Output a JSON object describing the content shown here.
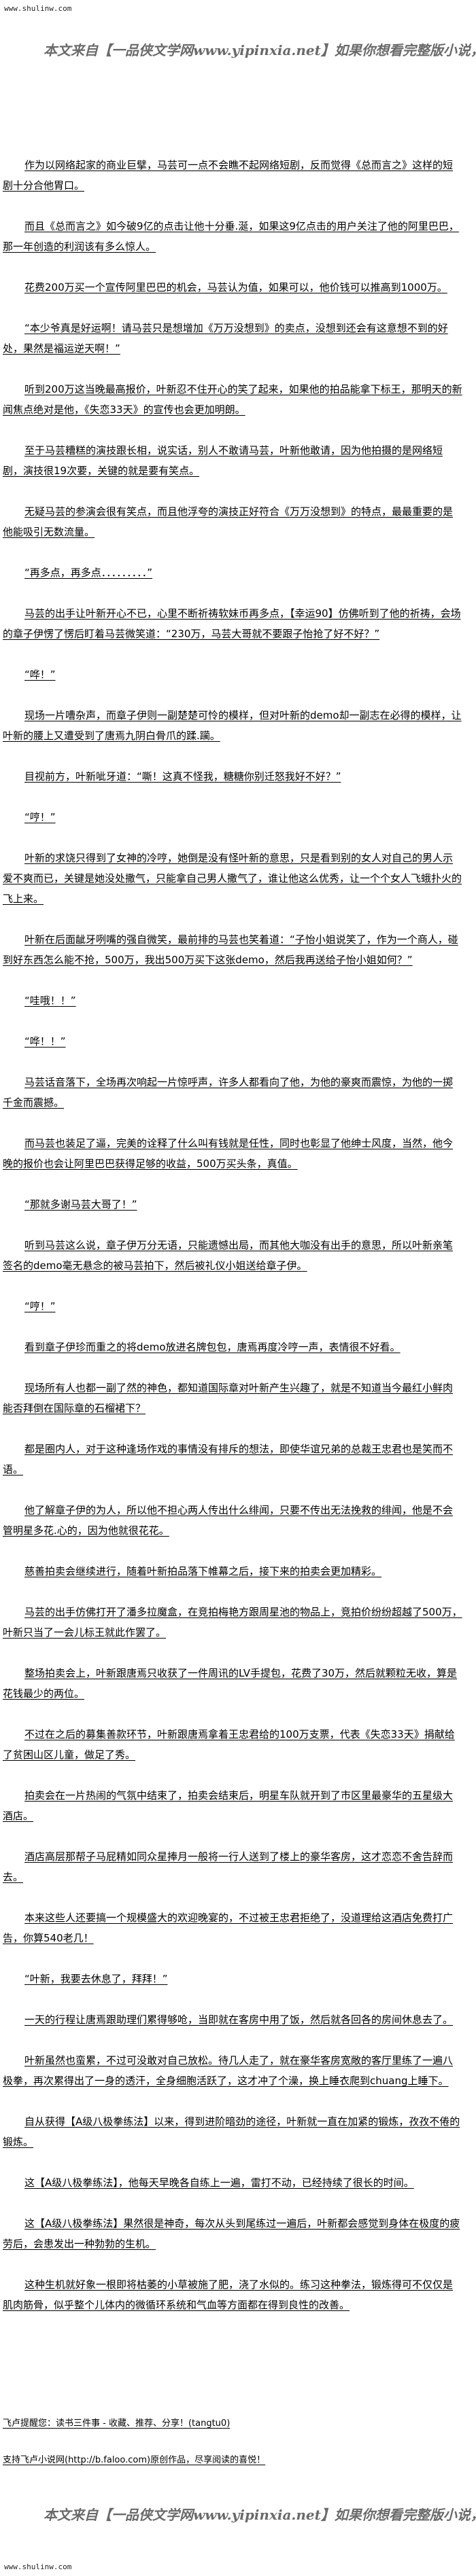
{
  "header": {
    "site": "www.shulinw.com",
    "banner": "本文来自【一品侠文学网www.yipinxia.net】如果你想看完整版小说，请"
  },
  "paragraphs": [
    "作为以网络起家的商业巨擘，马芸可一点不会瞧不起网络短剧，反而觉得《总而言之》这样的短剧十分合他胃口。",
    "而且《总而言之》如今破9亿的点击让他十分垂.涎，如果这9亿点击的用户关注了他的阿里巴巴，那一年创造的利润该有多么惊人。",
    "花费200万买一个宣传阿里巴巴的机会，马芸认为值，如果可以，他价钱可以推高到1000万。",
    "“本少爷真是好运啊！请马芸只是想增加《万万没想到》的卖点，没想到还会有这意想不到的好处，果然是福运逆天啊！”",
    "听到200万这当晚最高报价，叶新忍不住开心的笑了起来，如果他的拍品能拿下标王，那明天的新闻焦点绝对是他，《失恋33天》的宣传也会更加明朗。",
    "至于马芸糟糕的演技跟长相，说实话，别人不敢请马芸，叶新他敢请，因为他拍摄的是网络短剧，演技很19次要，关键的就是要有笑点。",
    "无疑马芸的参演会很有笑点，而且他浮夸的演技正好符合《万万没想到》的特点，最最重要的是他能吸引无数流量。",
    "“再多点，再多点．．．．．．．．．”",
    "马芸的出手让叶新开心不已，心里不断祈祷软妹币再多点，【幸运90】仿佛听到了他的祈祷，会场的章子伊愣了愣后盯着马芸微笑道：“230万，马芸大哥就不要跟子怡抢了好不好？”",
    "“哗！”",
    "现场一片嘈杂声，而章子伊则一副楚楚可怜的模样，但对叶新的demo却一副志在必得的模样，让叶新的腰上又遭受到了唐焉九阴白骨爪的蹂.躏。",
    "目视前方，叶新呲牙道：“嘶！这真不怪我，糖糖你别迁怒我好不好？”",
    "“哼！”",
    "叶新的求饶只得到了女神的冷哼，她倒是没有怪叶新的意思，只是看到别的女人对自己的男人示爱不爽而已，关键是她没处撒气，只能拿自己男人撒气了，谁让他这么优秀，让一个个女人飞蛾扑火的飞上来。",
    "叶新在后面龇牙咧嘴的强自微笑，最前排的马芸也笑着道：“子怡小姐说笑了，作为一个商人，碰到好东西怎么能不抢，500万，我出500万买下这张demo，然后我再送给子怡小姐如何？”",
    "“哇哦！！”",
    "“哗！！”",
    "马芸话音落下，全场再次响起一片惊呼声，许多人都看向了他，为他的豪爽而震惊，为他的一掷千金而震撼。",
    "而马芸也装足了逼，完美的诠释了什么叫有钱就是任性，同时也彰显了他绅士风度，当然，他今晚的报价也会让阿里巴巴获得足够的收益，500万买头条，真值。",
    "“那就多谢马芸大哥了！”",
    "听到马芸这么说，章子伊万分无语，只能遗憾出局，而其他大咖没有出手的意思，所以叶新亲笔签名的demo毫无悬念的被马芸拍下，然后被礼仪小姐送给章子伊。",
    "“哼！”",
    "看到章子伊珍而重之的将demo放进名牌包包，唐焉再度冷哼一声，表情很不好看。",
    "现场所有人也都一副了然的神色，都知道国际章对叶新产生兴趣了，就是不知道当今最红小鲜肉能否拜倒在国际章的石榴裙下？",
    "都是圈内人，对于这种逢场作戏的事情没有排斥的想法，即使华谊兄弟的总裁王忠君也是笑而不语。",
    "他了解章子伊的为人，所以他不担心两人传出什么绯闻，只要不传出无法挽救的绯闻，他是不会管明星多花.心的，因为他就很花花。",
    "慈善拍卖会继续进行，随着叶新拍品落下帷幕之后，接下来的拍卖会更加精彩。",
    "马芸的出手仿佛打开了潘多拉魔盒，在竞拍梅艳方跟周星池的物品上，竞拍价纷纷超越了500万，叶新只当了一会儿标王就此作罢了。",
    "整场拍卖会上，叶新跟唐焉只收获了一件周讯的LV手提包，花费了30万，然后就颗粒无收，算是花钱最少的两位。",
    "不过在之后的募集善款环节，叶新跟唐焉拿着王忠君给的100万支票，代表《失恋33天》捐献给了贫困山区儿童，做足了秀。",
    "拍卖会在一片热闹的气氛中结束了，拍卖会结束后，明星车队就开到了市区里最豪华的五星级大酒店。",
    "酒店高层那帮子马屁精如同众星捧月一般将一行人送到了楼上的豪华客房，这才恋恋不舍告辞而去。",
    "本来这些人还要搞一个规模盛大的欢迎晚宴的，不过被王忠君拒绝了，没道理给这酒店免费打广告，你算540老几！",
    "“叶新，我要去休息了，拜拜！”",
    "一天的行程让唐焉跟助理们累得够呛，当即就在客房中用了饭，然后就各回各的房间休息去了。",
    "叶新虽然也蛮累，不过可没敢对自己放松。待几人走了，就在豪华客房宽敞的客厅里练了一遍八极拳，再次累得出了一身的透汗，全身细胞活跃了，这才冲了个澡，换上睡衣爬到chuang上睡下。",
    "自从获得【A级八极拳练法】以来，得到进阶暗劲的途径，叶新就一直在加紧的锻炼，孜孜不倦的锻炼。",
    "这【A级八极拳练法】，他每天早晚各自练上一遍，雷打不动，已经持续了很长的时间。",
    "这【A级八极拳练法】果然很是神奇，每次从头到尾练过一遍后，叶新都会感觉到身体在极度的疲劳后，会患发出一种勃勃的生机。",
    "这种生机就好象一根即将枯萎的小草被施了肥，浇了水似的。练习这种拳法，锻炼得可不仅仅是肌肉筋骨，似乎整个儿体内的微循环系统和气血等方面都在得到良性的改善。"
  ],
  "footer": {
    "reminder": "飞卢提醒您：读书三件事 - 收藏、推荐、分享！(tangtu0)",
    "support": "支持飞卢小说网(http://b.faloo.com)原创作品，尽享阅读的喜悦！",
    "banner": "本文来自【一品侠文学网www.yipinxia.net】如果你想看完整版小说，请",
    "site": "www.shulinw.com"
  }
}
